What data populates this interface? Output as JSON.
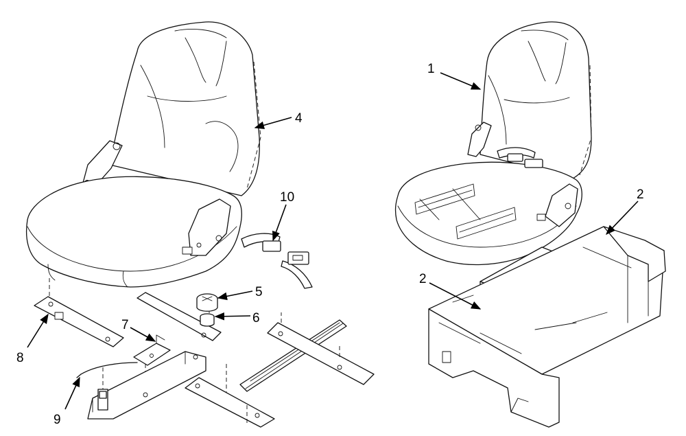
{
  "callouts": {
    "c1": "1",
    "c2a": "2",
    "c2b": "2",
    "c4": "4",
    "c5": "5",
    "c6": "6",
    "c7": "7",
    "c8": "8",
    "c9": "9",
    "c10": "10"
  },
  "colors": {
    "ink": "#111111",
    "background": "#ffffff"
  }
}
